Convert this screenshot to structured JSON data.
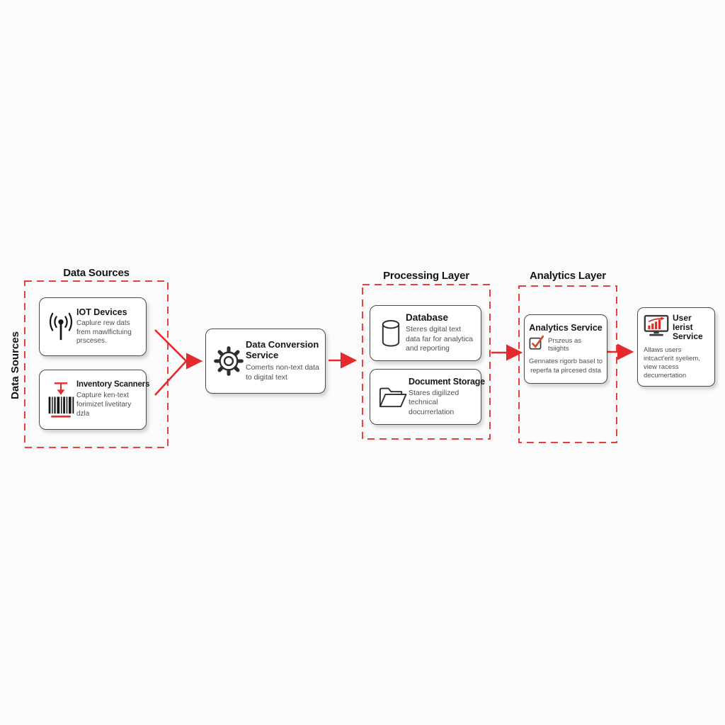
{
  "colors": {
    "accent_red": "#e42a2c",
    "dash_red": "#ee3b3b",
    "card_border": "#4a4a4a",
    "title_text": "#161616",
    "body_text": "#4f4f4f",
    "background": "#fbfbfb"
  },
  "diagram": {
    "data_sources": {
      "title": "Data Sources",
      "side_label": "Data Sources",
      "iot": {
        "title": "IOT Devices",
        "body": "Caplure rew dats frem mawlfictuing prsceses.",
        "icon": "iot-antenna-icon"
      },
      "scanners": {
        "title": "Inventory Scanners",
        "body": "Capture ken-text forimizet livetitary dzla",
        "icon": "barcode-icon"
      }
    },
    "conversion": {
      "title": "Data Conversion Service",
      "body": "Comerts non-text data to digital text",
      "icon": "gear-icon"
    },
    "processing": {
      "title": "Processing Layer",
      "database": {
        "title": "Database",
        "body": "Steres dgital text data far for analytica and reporting",
        "icon": "database-icon"
      },
      "storage": {
        "title": "Document Storage",
        "body": "Stares digilized technical docurrerlation",
        "icon": "folder-icon"
      }
    },
    "analytics": {
      "title": "Analytics Layer",
      "service": {
        "title": "Analytics Service",
        "caption": "Prszeus as tsiights",
        "body": "Gennates rigorb basel to reperfa ta pircesed dsta",
        "icon": "checkbox-check-icon"
      }
    },
    "user_interface": {
      "title": "User Ierist Service",
      "body": "Allaws users intcact'erit syeliem, view racess decumertation",
      "icon": "monitor-chart-icon"
    }
  }
}
